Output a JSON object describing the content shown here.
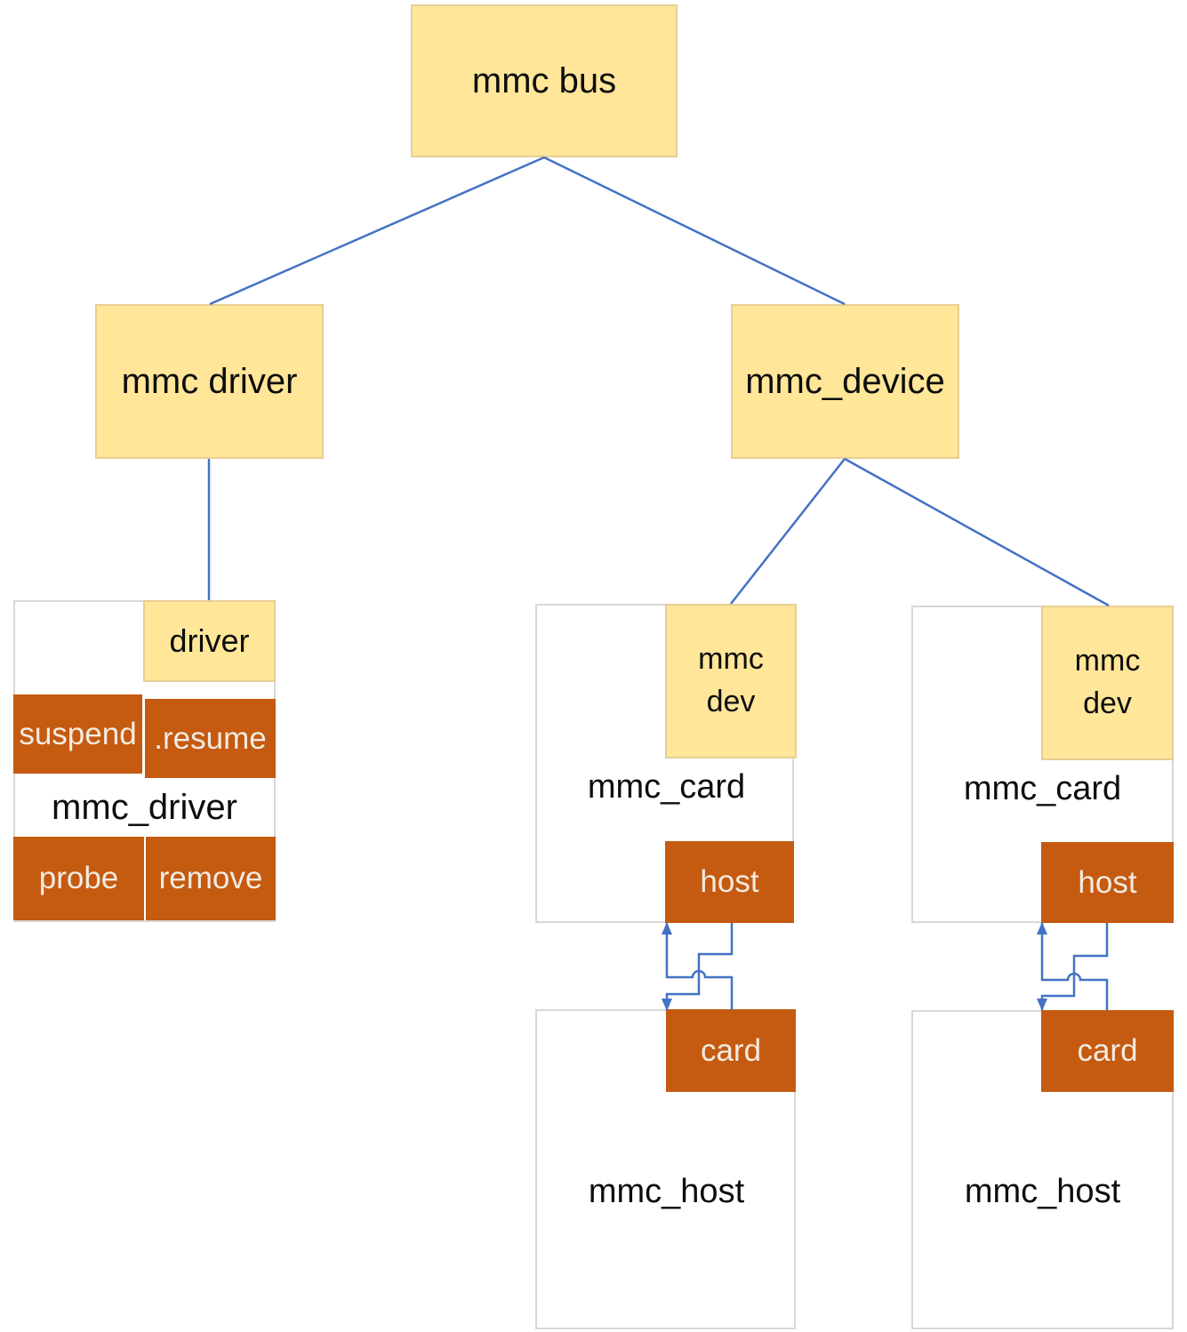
{
  "colors": {
    "accent_yellow": "#FFE699",
    "yellow_border": "#E7CF93",
    "accent_orange": "#C55A11",
    "orange_text": "#F2EBE0",
    "connector_blue": "#4472C4",
    "container_border": "#D8D8D8"
  },
  "tree": {
    "bus": {
      "label": "mmc bus"
    },
    "driver": {
      "label": "mmc driver"
    },
    "device": {
      "label": "mmc_device"
    }
  },
  "driver_struct": {
    "driver_field": "driver",
    "suspend_field": "suspend",
    "resume_field": ".resume",
    "name": "mmc_driver",
    "probe_field": "probe",
    "remove_field": "remove"
  },
  "cards": [
    {
      "dev_line1": "mmc",
      "dev_line2": "dev",
      "name": "mmc_card",
      "host_field": "host"
    },
    {
      "dev_line1": "mmc",
      "dev_line2": "dev",
      "name": "mmc_card",
      "host_field": "host"
    }
  ],
  "hosts": [
    {
      "card_field": "card",
      "name": "mmc_host"
    },
    {
      "card_field": "card",
      "name": "mmc_host"
    }
  ]
}
